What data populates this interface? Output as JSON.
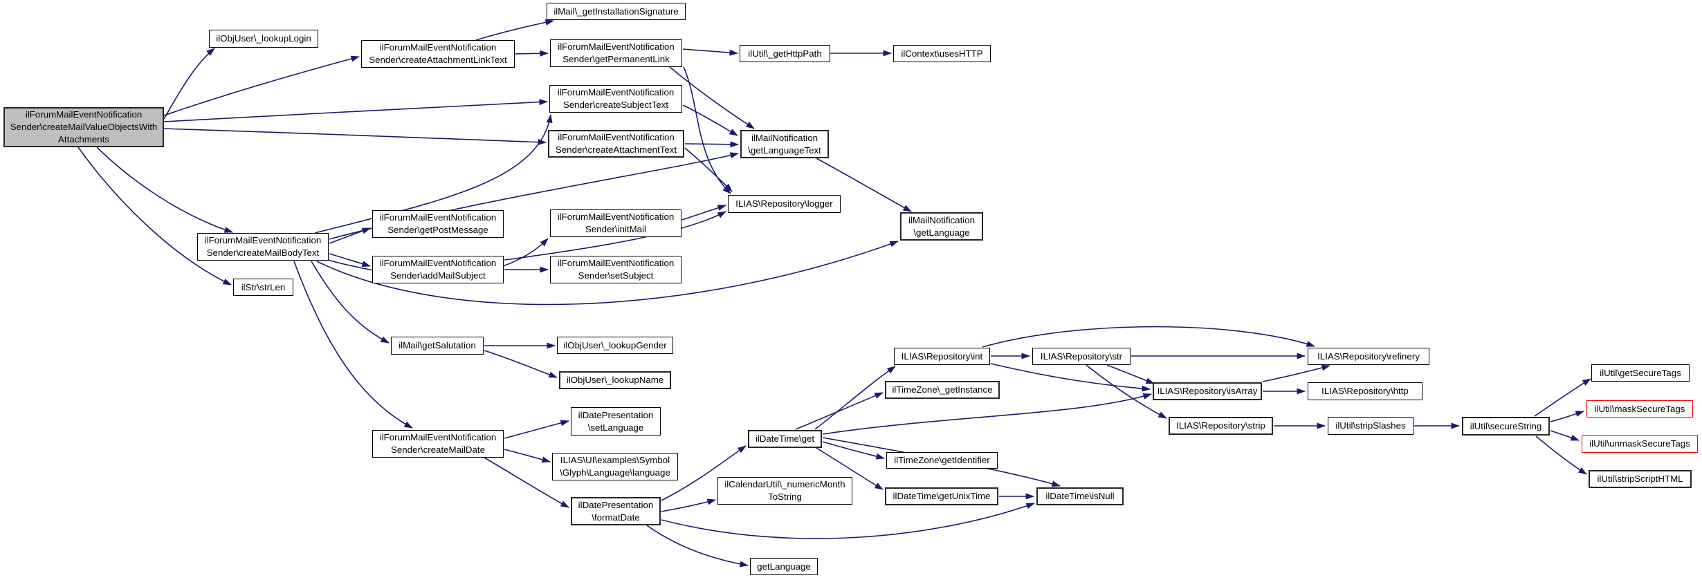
{
  "diagram": {
    "type": "call-graph",
    "colors": {
      "background": "#ffffff",
      "edge": "#191970",
      "node_border": "#000000",
      "root_fill": "#bfbfbf",
      "truncated_border": "#ff0000",
      "text": "#000000"
    },
    "nodes": [
      {
        "id": "createMailValueObjects",
        "lines": [
          "ilForumMailEventNotification",
          "Sender\\createMailValueObjectsWith",
          "Attachments"
        ],
        "role": "root",
        "bold": true
      },
      {
        "id": "lookupLogin",
        "lines": [
          "ilObjUser\\_lookupLogin"
        ],
        "role": "normal",
        "bold": false
      },
      {
        "id": "createAttachmentLinkText",
        "lines": [
          "ilForumMailEventNotification",
          "Sender\\createAttachmentLinkText"
        ],
        "role": "normal",
        "bold": false
      },
      {
        "id": "getInstallationSignature",
        "lines": [
          "ilMail\\_getInstallationSignature"
        ],
        "role": "normal",
        "bold": false
      },
      {
        "id": "getPermanentLink",
        "lines": [
          "ilForumMailEventNotification",
          "Sender\\getPermanentLink"
        ],
        "role": "normal",
        "bold": false
      },
      {
        "id": "createSubjectText",
        "lines": [
          "ilForumMailEventNotification",
          "Sender\\createSubjectText"
        ],
        "role": "normal",
        "bold": false
      },
      {
        "id": "createAttachmentText",
        "lines": [
          "ilForumMailEventNotification",
          "Sender\\createAttachmentText"
        ],
        "role": "normal",
        "bold": true
      },
      {
        "id": "getHttpPath",
        "lines": [
          "ilUtil\\_getHttpPath"
        ],
        "role": "normal",
        "bold": false
      },
      {
        "id": "usesHTTP",
        "lines": [
          "ilContext\\usesHTTP"
        ],
        "role": "normal",
        "bold": false
      },
      {
        "id": "getLanguageText",
        "lines": [
          "ilMailNotification",
          "\\getLanguageText"
        ],
        "role": "normal",
        "bold": true
      },
      {
        "id": "logger",
        "lines": [
          "ILIAS\\Repository\\logger"
        ],
        "role": "normal",
        "bold": false
      },
      {
        "id": "getLanguageMail",
        "lines": [
          "ilMailNotification",
          "\\getLanguage"
        ],
        "role": "normal",
        "bold": true
      },
      {
        "id": "createMailBodyText",
        "lines": [
          "ilForumMailEventNotification",
          "Sender\\createMailBodyText"
        ],
        "role": "normal",
        "bold": false
      },
      {
        "id": "strLen",
        "lines": [
          "ilStr\\strLen"
        ],
        "role": "normal",
        "bold": false
      },
      {
        "id": "getPostMessage",
        "lines": [
          "ilForumMailEventNotification",
          "Sender\\getPostMessage"
        ],
        "role": "normal",
        "bold": false
      },
      {
        "id": "initMail",
        "lines": [
          "ilForumMailEventNotification",
          "Sender\\initMail"
        ],
        "role": "normal",
        "bold": false
      },
      {
        "id": "addMailSubject",
        "lines": [
          "ilForumMailEventNotification",
          "Sender\\addMailSubject"
        ],
        "role": "normal",
        "bold": false
      },
      {
        "id": "setSubject",
        "lines": [
          "ilForumMailEventNotification",
          "Sender\\setSubject"
        ],
        "role": "normal",
        "bold": false
      },
      {
        "id": "getSalutation",
        "lines": [
          "ilMail\\getSalutation"
        ],
        "role": "normal",
        "bold": false
      },
      {
        "id": "lookupGender",
        "lines": [
          "ilObjUser\\_lookupGender"
        ],
        "role": "normal",
        "bold": false
      },
      {
        "id": "lookupName",
        "lines": [
          "ilObjUser\\_lookupName"
        ],
        "role": "normal",
        "bold": true
      },
      {
        "id": "createMailDate",
        "lines": [
          "ilForumMailEventNotification",
          "Sender\\createMailDate"
        ],
        "role": "normal",
        "bold": false
      },
      {
        "id": "setLanguageDP",
        "lines": [
          "ilDatePresentation",
          "\\setLanguage"
        ],
        "role": "normal",
        "bold": false
      },
      {
        "id": "glyphLanguage",
        "lines": [
          "ILIAS\\UI\\examples\\Symbol",
          "\\Glyph\\Language\\language"
        ],
        "role": "normal",
        "bold": false
      },
      {
        "id": "formatDate",
        "lines": [
          "ilDatePresentation",
          "\\formatDate"
        ],
        "role": "normal",
        "bold": true
      },
      {
        "id": "dateTimeGet",
        "lines": [
          "ilDateTime\\get"
        ],
        "role": "normal",
        "bold": true
      },
      {
        "id": "numericMonthToString",
        "lines": [
          "ilCalendarUtil\\_numericMonth",
          "ToString"
        ],
        "role": "normal",
        "bold": false
      },
      {
        "id": "getIdentifier",
        "lines": [
          "ilTimeZone\\getIdentifier"
        ],
        "role": "normal",
        "bold": false
      },
      {
        "id": "getUnixTime",
        "lines": [
          "ilDateTime\\getUnixTime"
        ],
        "role": "normal",
        "bold": true
      },
      {
        "id": "getInstance",
        "lines": [
          "ilTimeZone\\_getInstance"
        ],
        "role": "normal",
        "bold": true
      },
      {
        "id": "repoInt",
        "lines": [
          "ILIAS\\Repository\\int"
        ],
        "role": "normal",
        "bold": false
      },
      {
        "id": "repoStr",
        "lines": [
          "ILIAS\\Repository\\str"
        ],
        "role": "normal",
        "bold": false
      },
      {
        "id": "repoRefinery",
        "lines": [
          "ILIAS\\Repository\\refinery"
        ],
        "role": "normal",
        "bold": false
      },
      {
        "id": "repoIsArray",
        "lines": [
          "ILIAS\\Repository\\isArray"
        ],
        "role": "normal",
        "bold": true
      },
      {
        "id": "repoHttp",
        "lines": [
          "ILIAS\\Repository\\http"
        ],
        "role": "normal",
        "bold": false
      },
      {
        "id": "repoStrip",
        "lines": [
          "ILIAS\\Repository\\strip"
        ],
        "role": "normal",
        "bold": true
      },
      {
        "id": "stripSlashes",
        "lines": [
          "ilUtil\\stripSlashes"
        ],
        "role": "normal",
        "bold": false
      },
      {
        "id": "secureString",
        "lines": [
          "ilUtil\\secureString"
        ],
        "role": "normal",
        "bold": true
      },
      {
        "id": "getSecureTags",
        "lines": [
          "ilUtil\\getSecureTags"
        ],
        "role": "normal",
        "bold": false
      },
      {
        "id": "maskSecureTags",
        "lines": [
          "ilUtil\\maskSecureTags"
        ],
        "role": "truncated",
        "bold": false
      },
      {
        "id": "unmaskSecureTags",
        "lines": [
          "ilUtil\\unmaskSecureTags"
        ],
        "role": "truncated",
        "bold": false
      },
      {
        "id": "stripScriptHTML",
        "lines": [
          "ilUtil\\stripScriptHTML"
        ],
        "role": "normal",
        "bold": true
      },
      {
        "id": "isNull",
        "lines": [
          "ilDateTime\\isNull"
        ],
        "role": "normal",
        "bold": true
      },
      {
        "id": "getLanguagePlain",
        "lines": [
          "getLanguage"
        ],
        "role": "normal",
        "bold": false
      }
    ],
    "edges": [
      {
        "from": "createMailValueObjects",
        "to": "lookupLogin"
      },
      {
        "from": "createMailValueObjects",
        "to": "createAttachmentLinkText"
      },
      {
        "from": "createMailValueObjects",
        "to": "createSubjectText"
      },
      {
        "from": "createMailValueObjects",
        "to": "createAttachmentText"
      },
      {
        "from": "createMailValueObjects",
        "to": "createMailBodyText"
      },
      {
        "from": "createMailValueObjects",
        "to": "strLen"
      },
      {
        "from": "createAttachmentLinkText",
        "to": "getInstallationSignature"
      },
      {
        "from": "createAttachmentLinkText",
        "to": "getPermanentLink"
      },
      {
        "from": "getPermanentLink",
        "to": "getHttpPath"
      },
      {
        "from": "getPermanentLink",
        "to": "getLanguageText"
      },
      {
        "from": "getPermanentLink",
        "to": "logger"
      },
      {
        "from": "getHttpPath",
        "to": "usesHTTP"
      },
      {
        "from": "createSubjectText",
        "to": "getLanguageText"
      },
      {
        "from": "createAttachmentText",
        "to": "getLanguageText"
      },
      {
        "from": "createMailBodyText",
        "to": "createSubjectText"
      },
      {
        "from": "createMailBodyText",
        "to": "getPostMessage"
      },
      {
        "from": "createMailBodyText",
        "to": "addMailSubject"
      },
      {
        "from": "createMailBodyText",
        "to": "getSalutation"
      },
      {
        "from": "createMailBodyText",
        "to": "createMailDate"
      },
      {
        "from": "createMailBodyText",
        "to": "getLanguageMail"
      },
      {
        "from": "createMailBodyText",
        "to": "initMail"
      },
      {
        "from": "createMailBodyText",
        "to": "getLanguageText"
      },
      {
        "from": "addMailSubject",
        "to": "setSubject"
      },
      {
        "from": "addMailSubject",
        "to": "logger"
      },
      {
        "from": "initMail",
        "to": "logger"
      },
      {
        "from": "getLanguageText",
        "to": "getLanguageMail"
      },
      {
        "from": "getSalutation",
        "to": "lookupGender"
      },
      {
        "from": "getSalutation",
        "to": "lookupName"
      },
      {
        "from": "createMailDate",
        "to": "setLanguageDP"
      },
      {
        "from": "createMailDate",
        "to": "glyphLanguage"
      },
      {
        "from": "createMailDate",
        "to": "formatDate"
      },
      {
        "from": "formatDate",
        "to": "dateTimeGet"
      },
      {
        "from": "formatDate",
        "to": "numericMonthToString"
      },
      {
        "from": "formatDate",
        "to": "getLanguagePlain"
      },
      {
        "from": "formatDate",
        "to": "isNull"
      },
      {
        "from": "dateTimeGet",
        "to": "getInstance"
      },
      {
        "from": "dateTimeGet",
        "to": "repoInt"
      },
      {
        "from": "dateTimeGet",
        "to": "getIdentifier"
      },
      {
        "from": "dateTimeGet",
        "to": "getUnixTime"
      },
      {
        "from": "dateTimeGet",
        "to": "isNull"
      },
      {
        "from": "getUnixTime",
        "to": "isNull"
      },
      {
        "from": "repoInt",
        "to": "repoStr"
      },
      {
        "from": "repoInt",
        "to": "repoRefinery"
      },
      {
        "from": "repoStr",
        "to": "repoRefinery"
      },
      {
        "from": "repoStr",
        "to": "repoIsArray"
      },
      {
        "from": "repoInt",
        "to": "repoIsArray"
      },
      {
        "from": "repoStr",
        "to": "repoStrip"
      },
      {
        "from": "repoIsArray",
        "to": "repoRefinery"
      },
      {
        "from": "repoIsArray",
        "to": "repoHttp"
      },
      {
        "from": "repoStrip",
        "to": "stripSlashes"
      },
      {
        "from": "stripSlashes",
        "to": "secureString"
      },
      {
        "from": "secureString",
        "to": "getSecureTags"
      },
      {
        "from": "secureString",
        "to": "maskSecureTags"
      },
      {
        "from": "secureString",
        "to": "unmaskSecureTags"
      },
      {
        "from": "secureString",
        "to": "stripScriptHTML"
      },
      {
        "from": "dateTimeGet",
        "to": "repoIsArray"
      },
      {
        "from": "createAttachmentText",
        "to": "logger"
      }
    ]
  }
}
